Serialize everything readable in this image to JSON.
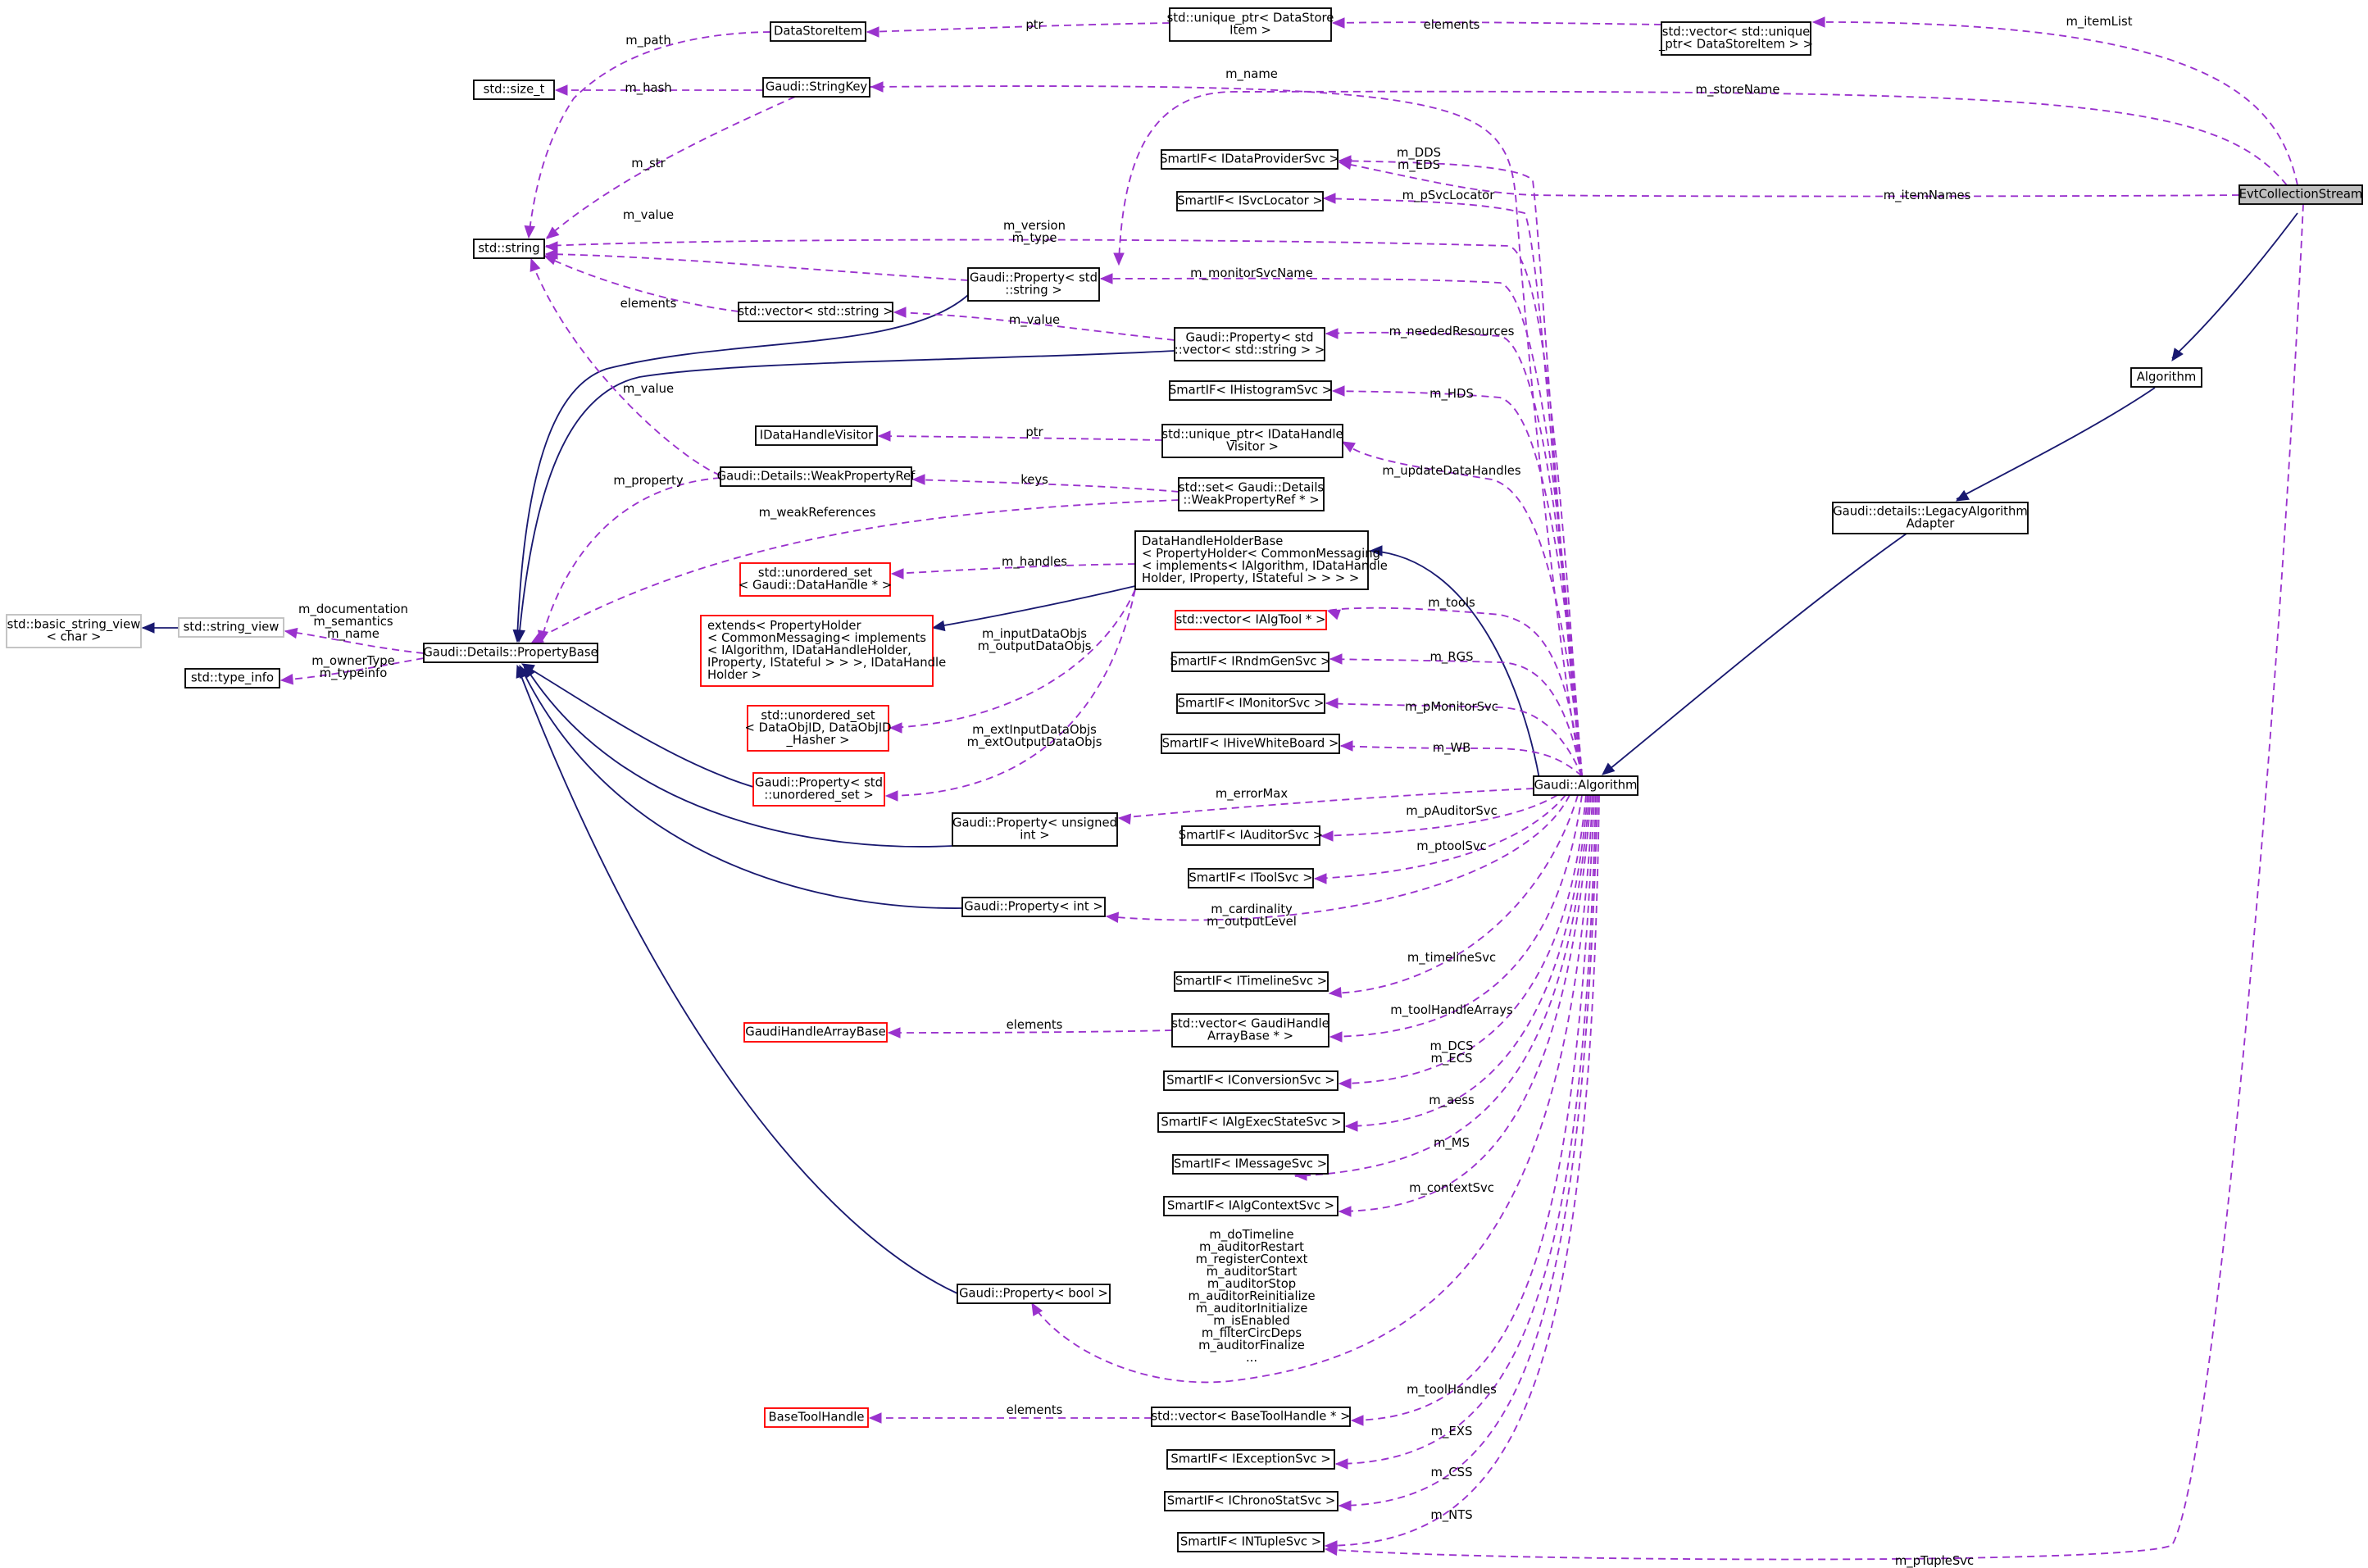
{
  "nodes": [
    {
      "id": "evtcs",
      "name": "node-evt-collection-stream",
      "lines": [
        "EvtCollectionStream"
      ],
      "style": "selected"
    },
    {
      "id": "algorithm",
      "name": "node-algorithm",
      "lines": [
        "Algorithm"
      ],
      "style": "normal"
    },
    {
      "id": "legacy",
      "name": "node-legacy-algorithm-adapter",
      "lines": [
        "Gaudi::details::LegacyAlgorithm",
        "Adapter"
      ],
      "style": "normal"
    },
    {
      "id": "galg",
      "name": "node-gaudi-algorithm",
      "lines": [
        "Gaudi::Algorithm"
      ],
      "style": "normal"
    },
    {
      "id": "vecuptr",
      "name": "node-vector-unique-ptr-datastoreitem",
      "lines": [
        "std::vector< std::unique",
        "_ptr< DataStoreItem > >"
      ],
      "style": "normal"
    },
    {
      "id": "uptrds",
      "name": "node-unique-ptr-datastoreitem",
      "lines": [
        "std::unique_ptr< DataStore",
        "Item >"
      ],
      "style": "normal"
    },
    {
      "id": "dsitem",
      "name": "node-datastoreitem",
      "lines": [
        "DataStoreItem"
      ],
      "style": "normal"
    },
    {
      "id": "strkey",
      "name": "node-gaudi-stringkey",
      "lines": [
        "Gaudi::StringKey"
      ],
      "style": "normal"
    },
    {
      "id": "sizet",
      "name": "node-std-size-t",
      "lines": [
        "std::size_t"
      ],
      "style": "normal"
    },
    {
      "id": "string",
      "name": "node-std-string",
      "lines": [
        "std::string"
      ],
      "style": "normal"
    },
    {
      "id": "propstr",
      "name": "node-property-string",
      "lines": [
        "Gaudi::Property< std",
        "::string >"
      ],
      "style": "normal"
    },
    {
      "id": "vecstr",
      "name": "node-vector-string",
      "lines": [
        "std::vector< std::string >"
      ],
      "style": "normal"
    },
    {
      "id": "propvecstr",
      "name": "node-property-vector-string",
      "lines": [
        "Gaudi::Property< std",
        "::vector< std::string > >"
      ],
      "style": "normal"
    },
    {
      "id": "idhv",
      "name": "node-idatahandlevisitor",
      "lines": [
        "IDataHandleVisitor"
      ],
      "style": "normal"
    },
    {
      "id": "uptrdhv",
      "name": "node-unique-ptr-idatahandlevisitor",
      "lines": [
        "std::unique_ptr< IDataHandle",
        "Visitor >"
      ],
      "style": "normal"
    },
    {
      "id": "wpr",
      "name": "node-weakpropertyref",
      "lines": [
        "Gaudi::Details::WeakPropertyRef"
      ],
      "style": "normal"
    },
    {
      "id": "setwpr",
      "name": "node-set-weakpropertyref",
      "lines": [
        "std::set< Gaudi::Details",
        "::WeakPropertyRef * >"
      ],
      "style": "normal"
    },
    {
      "id": "propbase",
      "name": "node-propertybase",
      "lines": [
        "Gaudi::Details::PropertyBase"
      ],
      "style": "normal"
    },
    {
      "id": "bsv",
      "name": "node-basic-string-view",
      "lines": [
        "std::basic_string_view",
        "< char >"
      ],
      "style": "grey"
    },
    {
      "id": "sv",
      "name": "node-string-view",
      "lines": [
        "std::string_view"
      ],
      "style": "grey"
    },
    {
      "id": "typeinfo",
      "name": "node-type-info",
      "lines": [
        "std::type_info"
      ],
      "style": "normal"
    },
    {
      "id": "dhhb",
      "name": "node-datahandleholderbase",
      "lines": [
        "DataHandleHolderBase",
        "< PropertyHolder< CommonMessaging",
        "< implements< IAlgorithm, IDataHandle",
        "Holder, IProperty, IStateful > > > >"
      ],
      "style": "normal"
    },
    {
      "id": "uosdh",
      "name": "node-unordered-set-datahandle",
      "lines": [
        "std::unordered_set",
        "< Gaudi::DataHandle * >"
      ],
      "style": "red"
    },
    {
      "id": "ext",
      "name": "node-extends-propertyholder",
      "lines": [
        "extends< PropertyHolder",
        "< CommonMessaging< implements",
        "< IAlgorithm, IDataHandleHolder,",
        "IProperty, IStateful > > >, IDataHandle",
        "Holder >"
      ],
      "style": "red"
    },
    {
      "id": "uosdoid",
      "name": "node-unordered-set-dataobjid",
      "lines": [
        "std::unordered_set",
        "< DataObjID, DataObjID",
        "_Hasher >"
      ],
      "style": "red"
    },
    {
      "id": "propuos",
      "name": "node-property-unordered-set",
      "lines": [
        "Gaudi::Property< std",
        "::unordered_set >"
      ],
      "style": "red"
    },
    {
      "id": "propuint",
      "name": "node-property-unsigned-int",
      "lines": [
        "Gaudi::Property< unsigned",
        "int >"
      ],
      "style": "normal"
    },
    {
      "id": "propint",
      "name": "node-property-int",
      "lines": [
        "Gaudi::Property< int >"
      ],
      "style": "normal"
    },
    {
      "id": "propbool",
      "name": "node-property-bool",
      "lines": [
        "Gaudi::Property< bool >"
      ],
      "style": "normal"
    },
    {
      "id": "ghab",
      "name": "node-gaudihandlearraybase",
      "lines": [
        "GaudiHandleArrayBase"
      ],
      "style": "red"
    },
    {
      "id": "bth",
      "name": "node-basetoolhandle",
      "lines": [
        "BaseToolHandle"
      ],
      "style": "red"
    },
    {
      "id": "siDP",
      "name": "node-smartif-idataprovidersvc",
      "lines": [
        "SmartIF< IDataProviderSvc >"
      ],
      "style": "normal"
    },
    {
      "id": "siSL",
      "name": "node-smartif-isvclocator",
      "lines": [
        "SmartIF< ISvcLocator >"
      ],
      "style": "normal"
    },
    {
      "id": "siHS",
      "name": "node-smartif-ihistogramsvc",
      "lines": [
        "SmartIF< IHistogramSvc >"
      ],
      "style": "normal"
    },
    {
      "id": "vecAT",
      "name": "node-vector-ialgtool",
      "lines": [
        "std::vector< IAlgTool * >"
      ],
      "style": "red"
    },
    {
      "id": "siRG",
      "name": "node-smartif-irndmgensvc",
      "lines": [
        "SmartIF< IRndmGenSvc >"
      ],
      "style": "normal"
    },
    {
      "id": "siMon",
      "name": "node-smartif-imonitorsvc",
      "lines": [
        "SmartIF< IMonitorSvc >"
      ],
      "style": "normal"
    },
    {
      "id": "siHWB",
      "name": "node-smartif-ihivewhiteboard",
      "lines": [
        "SmartIF< IHiveWhiteBoard >"
      ],
      "style": "normal"
    },
    {
      "id": "siAud",
      "name": "node-smartif-iauditorsvc",
      "lines": [
        "SmartIF< IAuditorSvc >"
      ],
      "style": "normal"
    },
    {
      "id": "siTool",
      "name": "node-smartif-itoolsvc",
      "lines": [
        "SmartIF< IToolSvc >"
      ],
      "style": "normal"
    },
    {
      "id": "siTL",
      "name": "node-smartif-itimelinesvc",
      "lines": [
        "SmartIF< ITimelineSvc >"
      ],
      "style": "normal"
    },
    {
      "id": "vecGHA",
      "name": "node-vector-gaudihandlearraybase",
      "lines": [
        "std::vector< GaudiHandle",
        "ArrayBase * >"
      ],
      "style": "normal"
    },
    {
      "id": "siConv",
      "name": "node-smartif-iconversionsvc",
      "lines": [
        "SmartIF< IConversionSvc >"
      ],
      "style": "normal"
    },
    {
      "id": "siAES",
      "name": "node-smartif-ialgexecstatesvc",
      "lines": [
        "SmartIF< IAlgExecStateSvc >"
      ],
      "style": "normal"
    },
    {
      "id": "siMsg",
      "name": "node-smartif-imessagesvc",
      "lines": [
        "SmartIF< IMessageSvc >"
      ],
      "style": "normal"
    },
    {
      "id": "siACtx",
      "name": "node-smartif-ialgcontextsvc",
      "lines": [
        "SmartIF< IAlgContextSvc >"
      ],
      "style": "normal"
    },
    {
      "id": "vecBTH",
      "name": "node-vector-basetoolhandle",
      "lines": [
        "std::vector< BaseToolHandle * >"
      ],
      "style": "normal"
    },
    {
      "id": "siExc",
      "name": "node-smartif-iexceptionsvc",
      "lines": [
        "SmartIF< IExceptionSvc >"
      ],
      "style": "normal"
    },
    {
      "id": "siChr",
      "name": "node-smartif-ichronostatsvc",
      "lines": [
        "SmartIF< IChronoStatSvc >"
      ],
      "style": "normal"
    },
    {
      "id": "siNT",
      "name": "node-smartif-intuplesvc",
      "lines": [
        "SmartIF< INTupleSvc >"
      ],
      "style": "normal"
    }
  ],
  "edge_labels": [
    {
      "id": "l_itemList",
      "lines": [
        "m_itemList"
      ]
    },
    {
      "id": "l_storeName",
      "lines": [
        "m_storeName"
      ]
    },
    {
      "id": "l_itemNames",
      "lines": [
        "m_itemNames"
      ]
    },
    {
      "id": "l_pTupleSvc",
      "lines": [
        "m_pTupleSvc"
      ]
    },
    {
      "id": "l_elements1",
      "lines": [
        "elements"
      ]
    },
    {
      "id": "l_ptr1",
      "lines": [
        "ptr"
      ]
    },
    {
      "id": "l_path",
      "lines": [
        "m_path"
      ]
    },
    {
      "id": "l_hash",
      "lines": [
        "m_hash"
      ]
    },
    {
      "id": "l_str",
      "lines": [
        "m_str"
      ]
    },
    {
      "id": "l_name",
      "lines": [
        "m_name"
      ]
    },
    {
      "id": "l_dds",
      "lines": [
        "m_DDS",
        "m_EDS"
      ]
    },
    {
      "id": "l_psvcloc",
      "lines": [
        "m_pSvcLocator"
      ]
    },
    {
      "id": "l_version",
      "lines": [
        "m_version",
        "m_type"
      ]
    },
    {
      "id": "l_value1",
      "lines": [
        "m_value"
      ]
    },
    {
      "id": "l_monsvcname",
      "lines": [
        "m_monitorSvcName"
      ]
    },
    {
      "id": "l_elements2",
      "lines": [
        "elements"
      ]
    },
    {
      "id": "l_value2",
      "lines": [
        "m_value"
      ]
    },
    {
      "id": "l_needed",
      "lines": [
        "m_neededResources"
      ]
    },
    {
      "id": "l_value3",
      "lines": [
        "m_value"
      ]
    },
    {
      "id": "l_hds",
      "lines": [
        "m_HDS"
      ]
    },
    {
      "id": "l_ptr2",
      "lines": [
        "ptr"
      ]
    },
    {
      "id": "l_updDH",
      "lines": [
        "m_updateDataHandles"
      ]
    },
    {
      "id": "l_keys",
      "lines": [
        "keys"
      ]
    },
    {
      "id": "l_property",
      "lines": [
        "m_property"
      ]
    },
    {
      "id": "l_weakrefs",
      "lines": [
        "m_weakReferences"
      ]
    },
    {
      "id": "l_handles",
      "lines": [
        "m_handles"
      ]
    },
    {
      "id": "l_doc",
      "lines": [
        "m_documentation",
        "m_semantics",
        "m_name"
      ]
    },
    {
      "id": "l_owner",
      "lines": [
        "m_ownerType",
        "m_typeinfo"
      ]
    },
    {
      "id": "l_tools",
      "lines": [
        "m_tools"
      ]
    },
    {
      "id": "l_inputDO",
      "lines": [
        "m_inputDataObjs",
        "m_outputDataObjs"
      ]
    },
    {
      "id": "l_rgs",
      "lines": [
        "m_RGS"
      ]
    },
    {
      "id": "l_pmon",
      "lines": [
        "m_pMonitorSvc"
      ]
    },
    {
      "id": "l_extIn",
      "lines": [
        "m_extInputDataObjs",
        "m_extOutputDataObjs"
      ]
    },
    {
      "id": "l_wb",
      "lines": [
        "m_WB"
      ]
    },
    {
      "id": "l_errmax",
      "lines": [
        "m_errorMax"
      ]
    },
    {
      "id": "l_paud",
      "lines": [
        "m_pAuditorSvc"
      ]
    },
    {
      "id": "l_ptool",
      "lines": [
        "m_ptoolSvc"
      ]
    },
    {
      "id": "l_card",
      "lines": [
        "m_cardinality",
        "m_outputLevel"
      ]
    },
    {
      "id": "l_timeline",
      "lines": [
        "m_timelineSvc"
      ]
    },
    {
      "id": "l_tha",
      "lines": [
        "m_toolHandleArrays"
      ]
    },
    {
      "id": "l_elements3",
      "lines": [
        "elements"
      ]
    },
    {
      "id": "l_dcs",
      "lines": [
        "m_DCS",
        "m_ECS"
      ]
    },
    {
      "id": "l_aess",
      "lines": [
        "m_aess"
      ]
    },
    {
      "id": "l_ms",
      "lines": [
        "m_MS"
      ]
    },
    {
      "id": "l_ctx",
      "lines": [
        "m_contextSvc"
      ]
    },
    {
      "id": "l_bool",
      "lines": [
        "m_doTimeline",
        "m_auditorRestart",
        "m_registerContext",
        "m_auditorStart",
        "m_auditorStop",
        "m_auditorReinitialize",
        "m_auditorInitialize",
        "m_isEnabled",
        "m_filterCircDeps",
        "m_auditorFinalize",
        "..."
      ]
    },
    {
      "id": "l_toolhandles",
      "lines": [
        "m_toolHandles"
      ]
    },
    {
      "id": "l_elements4",
      "lines": [
        "elements"
      ]
    },
    {
      "id": "l_exs",
      "lines": [
        "m_EXS"
      ]
    },
    {
      "id": "l_css",
      "lines": [
        "m_CSS"
      ]
    },
    {
      "id": "l_nts",
      "lines": [
        "m_NTS"
      ]
    }
  ],
  "colors": {
    "usage_edge": "#9a32cd",
    "inheritance_edge": "#191970",
    "incomplete_node_border": "#ff0000",
    "undocumented_node_border": "#bfbfbf",
    "selected_node_fill": "#bfbfbf"
  },
  "legend_of_styles": {
    "dashed_purple": "usage / member relationship",
    "solid_navy": "inheritance"
  }
}
